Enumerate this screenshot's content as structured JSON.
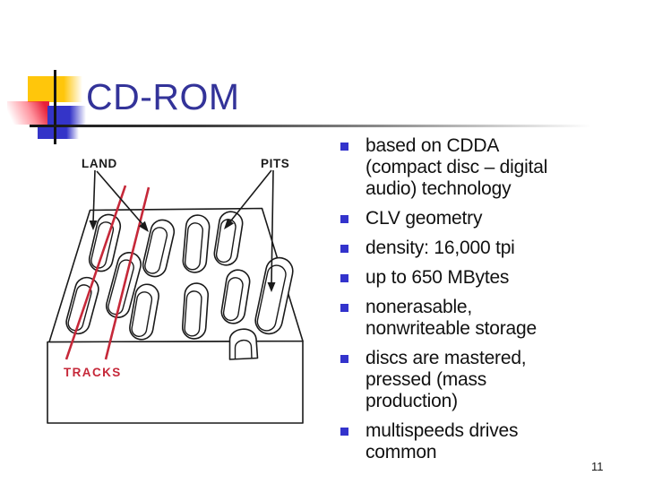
{
  "slide": {
    "title": "CD-ROM",
    "page_number": "11",
    "colors": {
      "title_blue": "#333399",
      "bullet_square_blue": "#3333CC",
      "emblem_yellow": "#FFC60B",
      "emblem_red": "#E8213A",
      "emblem_blue": "#3434C8",
      "diagram_red": "#C62839",
      "body_text": "#111111",
      "background": "#FFFFFF"
    }
  },
  "diagram": {
    "labels": {
      "land": "LAND",
      "pits": "PITS",
      "tracks": "TRACKS"
    }
  },
  "bullets": {
    "items": [
      {
        "text": "based on CDDA\n(compact disc – digital\naudio) technology"
      },
      {
        "text": "CLV geometry"
      },
      {
        "text": "density: 16,000 tpi"
      },
      {
        "text": "up to 650 MBytes"
      },
      {
        "text": "nonerasable,\nnonwriteable storage"
      },
      {
        "text": "discs are mastered,\npressed (mass\nproduction)"
      },
      {
        "text": "multispeeds drives\ncommon"
      }
    ]
  }
}
